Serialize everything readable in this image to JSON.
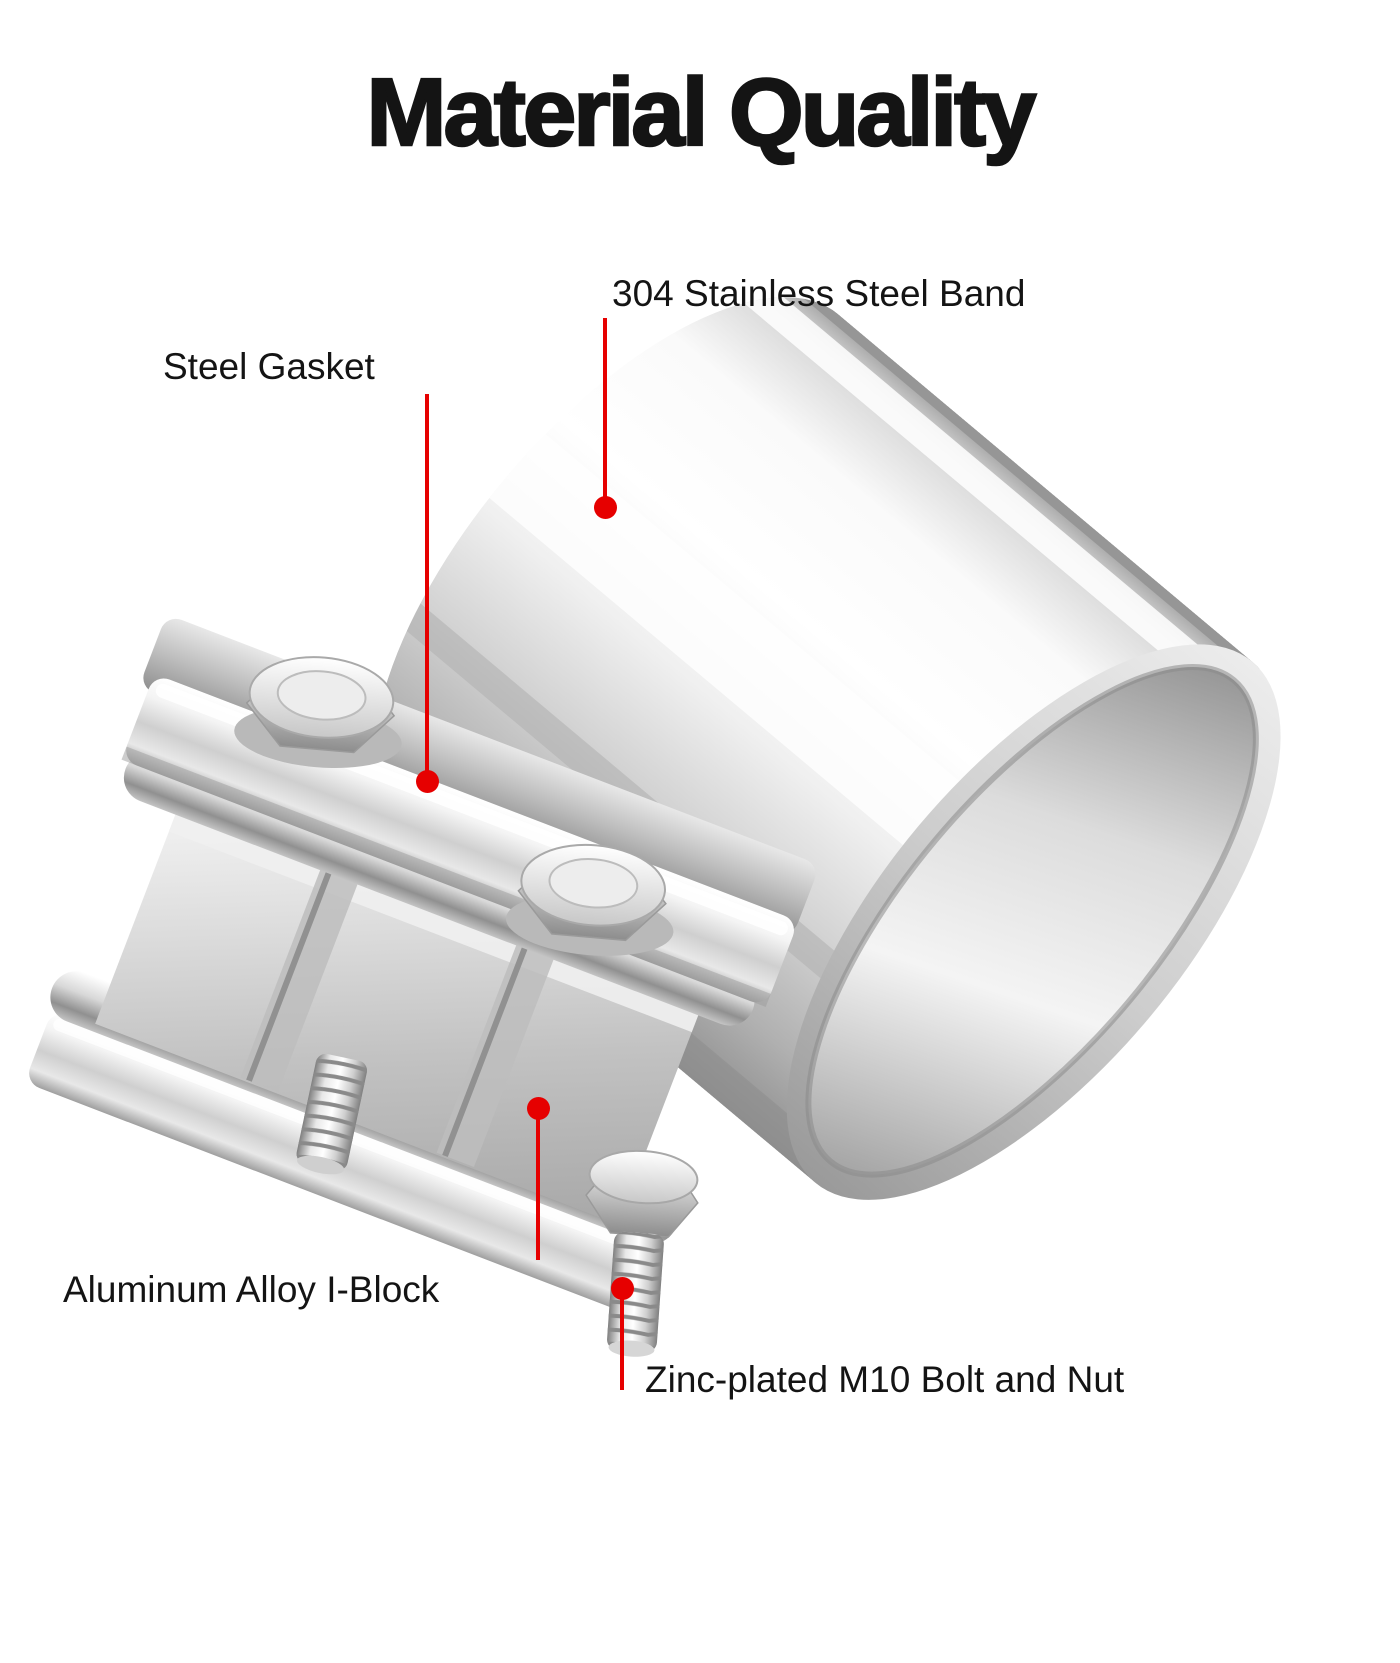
{
  "colors": {
    "accent": "#e60000",
    "text": "#141414",
    "background": "#ffffff"
  },
  "page": {
    "title": "Material Quality"
  },
  "illustration": {
    "name": "exhaust-band-clamp"
  },
  "callouts": [
    {
      "id": "band",
      "label": "304 Stainless Steel Band"
    },
    {
      "id": "gasket",
      "label": "Steel Gasket"
    },
    {
      "id": "iblock",
      "label": "Aluminum Alloy I-Block"
    },
    {
      "id": "bolt",
      "label": "Zinc-plated M10 Bolt and Nut"
    }
  ]
}
